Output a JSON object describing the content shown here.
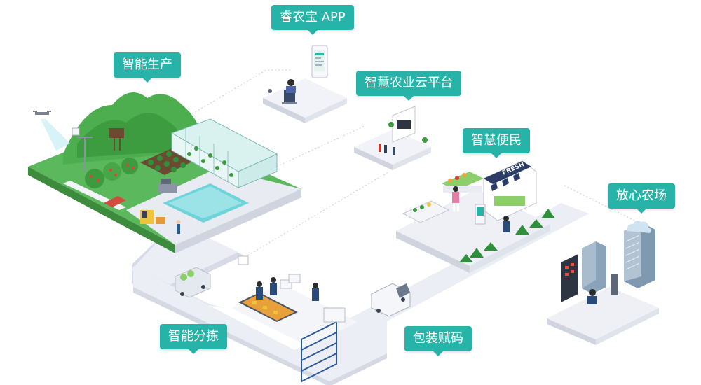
{
  "labels": {
    "app": "睿农宝 APP",
    "production": "智能生产",
    "cloud": "智慧农业云平台",
    "convenience": "智慧便民",
    "assured": "放心农场",
    "sorting": "智能分拣",
    "packaging": "包装赋码"
  },
  "store_sign": "FRESH",
  "colors": {
    "tag": "#27b3a7",
    "path": "#e6e9f2",
    "water": "#6fd4da",
    "grass": "#5cb85c"
  }
}
